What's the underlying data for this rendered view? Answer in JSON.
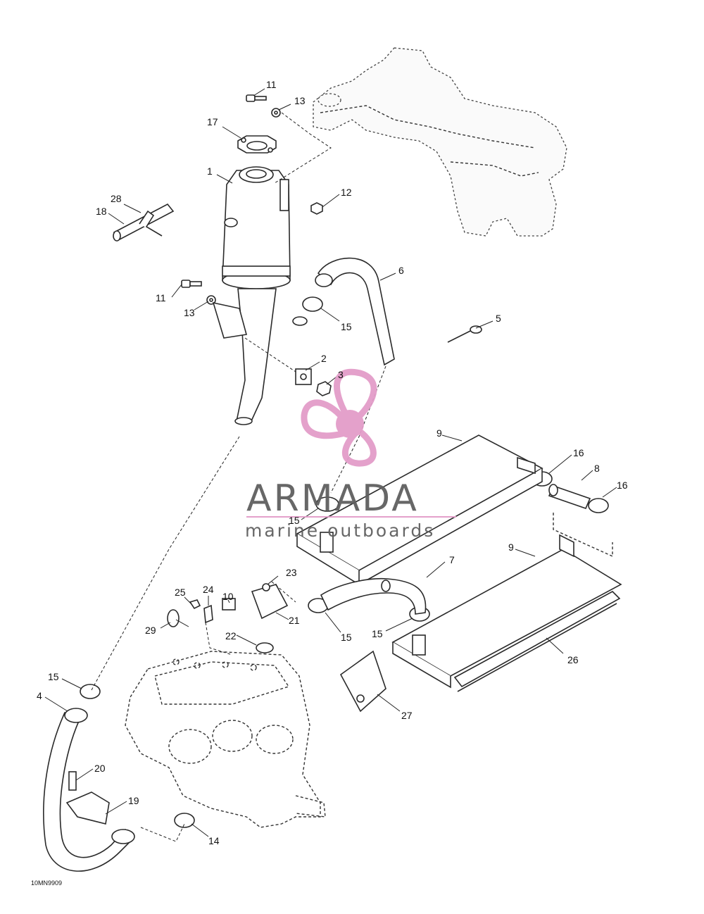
{
  "diagram_code": "10MN9909",
  "watermark": {
    "brand": "ARMADA",
    "tagline": "marine outboards",
    "accent_color": "#e39cc9",
    "text_color": "#5f5f5f"
  },
  "callouts": {
    "c1": "1",
    "c2": "2",
    "c3": "3",
    "c4": "4",
    "c5": "5",
    "c6": "6",
    "c7": "7",
    "c8": "8",
    "c9a": "9",
    "c9b": "9",
    "c10": "10",
    "c11a": "11",
    "c11b": "11",
    "c12": "12",
    "c13a": "13",
    "c13b": "13",
    "c14": "14",
    "c15a": "15",
    "c15b": "15",
    "c15c": "15",
    "c15d": "15",
    "c15e": "15",
    "c16a": "16",
    "c16b": "16",
    "c17": "17",
    "c18": "18",
    "c19": "19",
    "c20": "20",
    "c21": "21",
    "c22": "22",
    "c23": "23",
    "c24": "24",
    "c25": "25",
    "c26": "26",
    "c27": "27",
    "c28": "28",
    "c29": "29"
  }
}
